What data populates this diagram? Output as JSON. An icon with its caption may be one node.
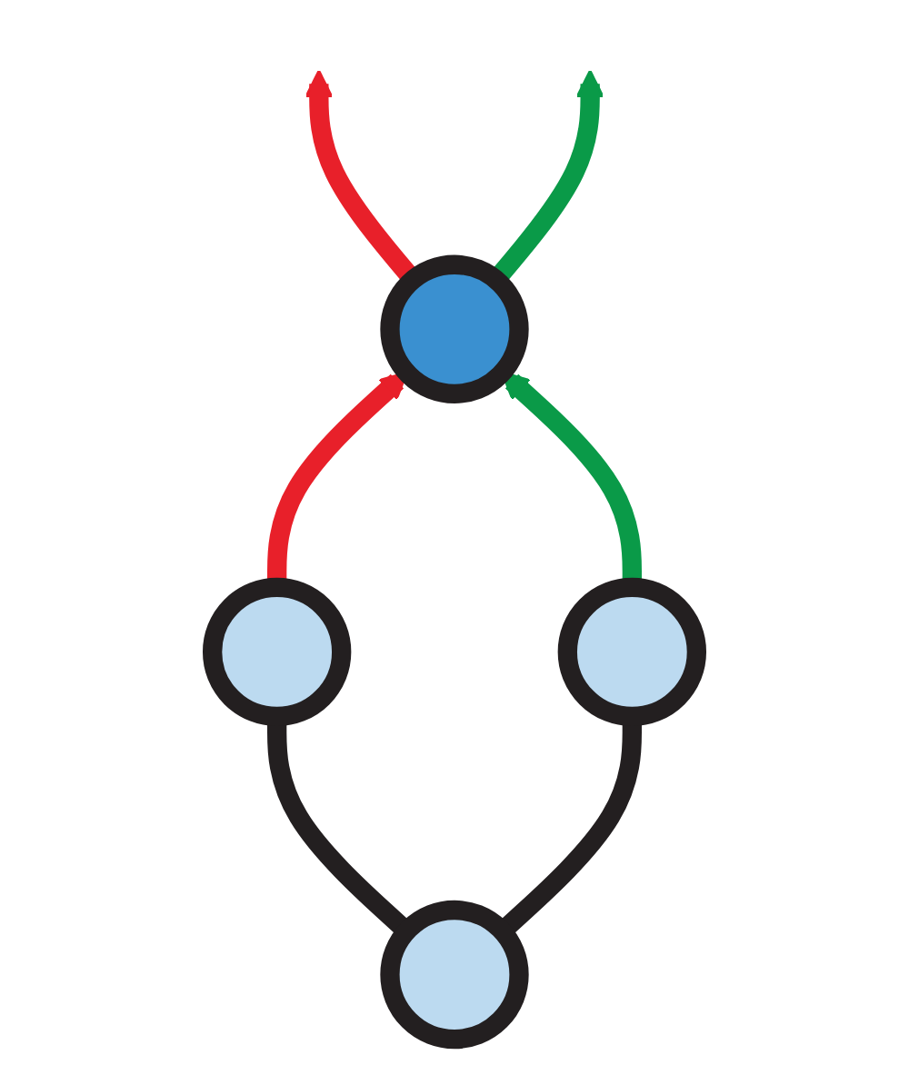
{
  "diagram": {
    "nodes": [
      {
        "text": [],
        "shape": "circle"
      },
      {
        "text": [],
        "shape": "circle"
      },
      {
        "text": [],
        "shape": "circle"
      },
      {
        "text": [],
        "shape": "circle"
      }
    ],
    "edges": [
      {
        "from": 1,
        "to": 0,
        "arrow": "to",
        "color": "#e8202a"
      },
      {
        "from": 0,
        "to": null,
        "arrow": "to",
        "color": "#e8202a"
      },
      {
        "from": 2,
        "to": 0,
        "arrow": "to",
        "color": "#0a9a48"
      },
      {
        "from": 0,
        "to": null,
        "arrow": "to",
        "color": "#0a9a48"
      },
      {
        "from": 3,
        "to": 1,
        "arrow": "none",
        "color": "#231f20"
      },
      {
        "from": 3,
        "to": 2,
        "arrow": "none",
        "color": "#231f20"
      }
    ]
  }
}
